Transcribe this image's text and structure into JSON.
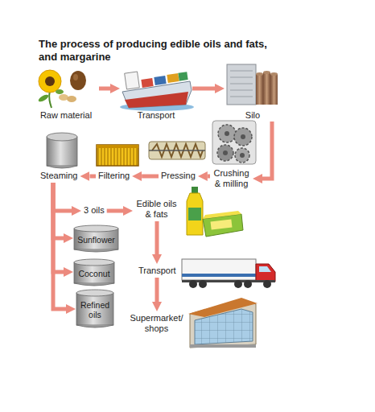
{
  "diagram": {
    "title": "The process of producing edible oils and fats, and margarine",
    "nodes": [
      {
        "text": [
          "Raw material"
        ]
      },
      {
        "text": [
          "Transport"
        ]
      },
      {
        "text": [
          "Silo"
        ]
      },
      {
        "text": [
          "Crushing & milling"
        ]
      },
      {
        "text": [
          "Pressing"
        ]
      },
      {
        "text": [
          "Filtering"
        ]
      },
      {
        "text": [
          "Steaming"
        ]
      },
      {
        "text": [
          "3 oils"
        ]
      },
      {
        "text": [
          "Sunflower"
        ]
      },
      {
        "text": [
          "Coconut"
        ]
      },
      {
        "text": [
          "Refined oils"
        ]
      },
      {
        "text": [
          "Edible oils & fats"
        ]
      },
      {
        "text": [
          "Transport"
        ]
      },
      {
        "text": [
          "Supermarket/ shops"
        ]
      }
    ],
    "edges": [
      {
        "from": 0,
        "to": 1,
        "arrow": "to"
      },
      {
        "from": 1,
        "to": 2,
        "arrow": "to"
      },
      {
        "from": 2,
        "to": 3,
        "arrow": "to"
      },
      {
        "from": 3,
        "to": 4,
        "arrow": "to"
      },
      {
        "from": 4,
        "to": 5,
        "arrow": "to"
      },
      {
        "from": 5,
        "to": 6,
        "arrow": "to"
      },
      {
        "from": 6,
        "to": 7,
        "arrow": "to"
      },
      {
        "from": 6,
        "to": 8,
        "arrow": "to"
      },
      {
        "from": 6,
        "to": 9,
        "arrow": "to"
      },
      {
        "from": 6,
        "to": 10,
        "arrow": "to"
      },
      {
        "from": 7,
        "to": 11,
        "arrow": "to"
      },
      {
        "from": 11,
        "to": 12,
        "arrow": "to"
      },
      {
        "from": 12,
        "to": 13,
        "arrow": "to"
      }
    ]
  }
}
